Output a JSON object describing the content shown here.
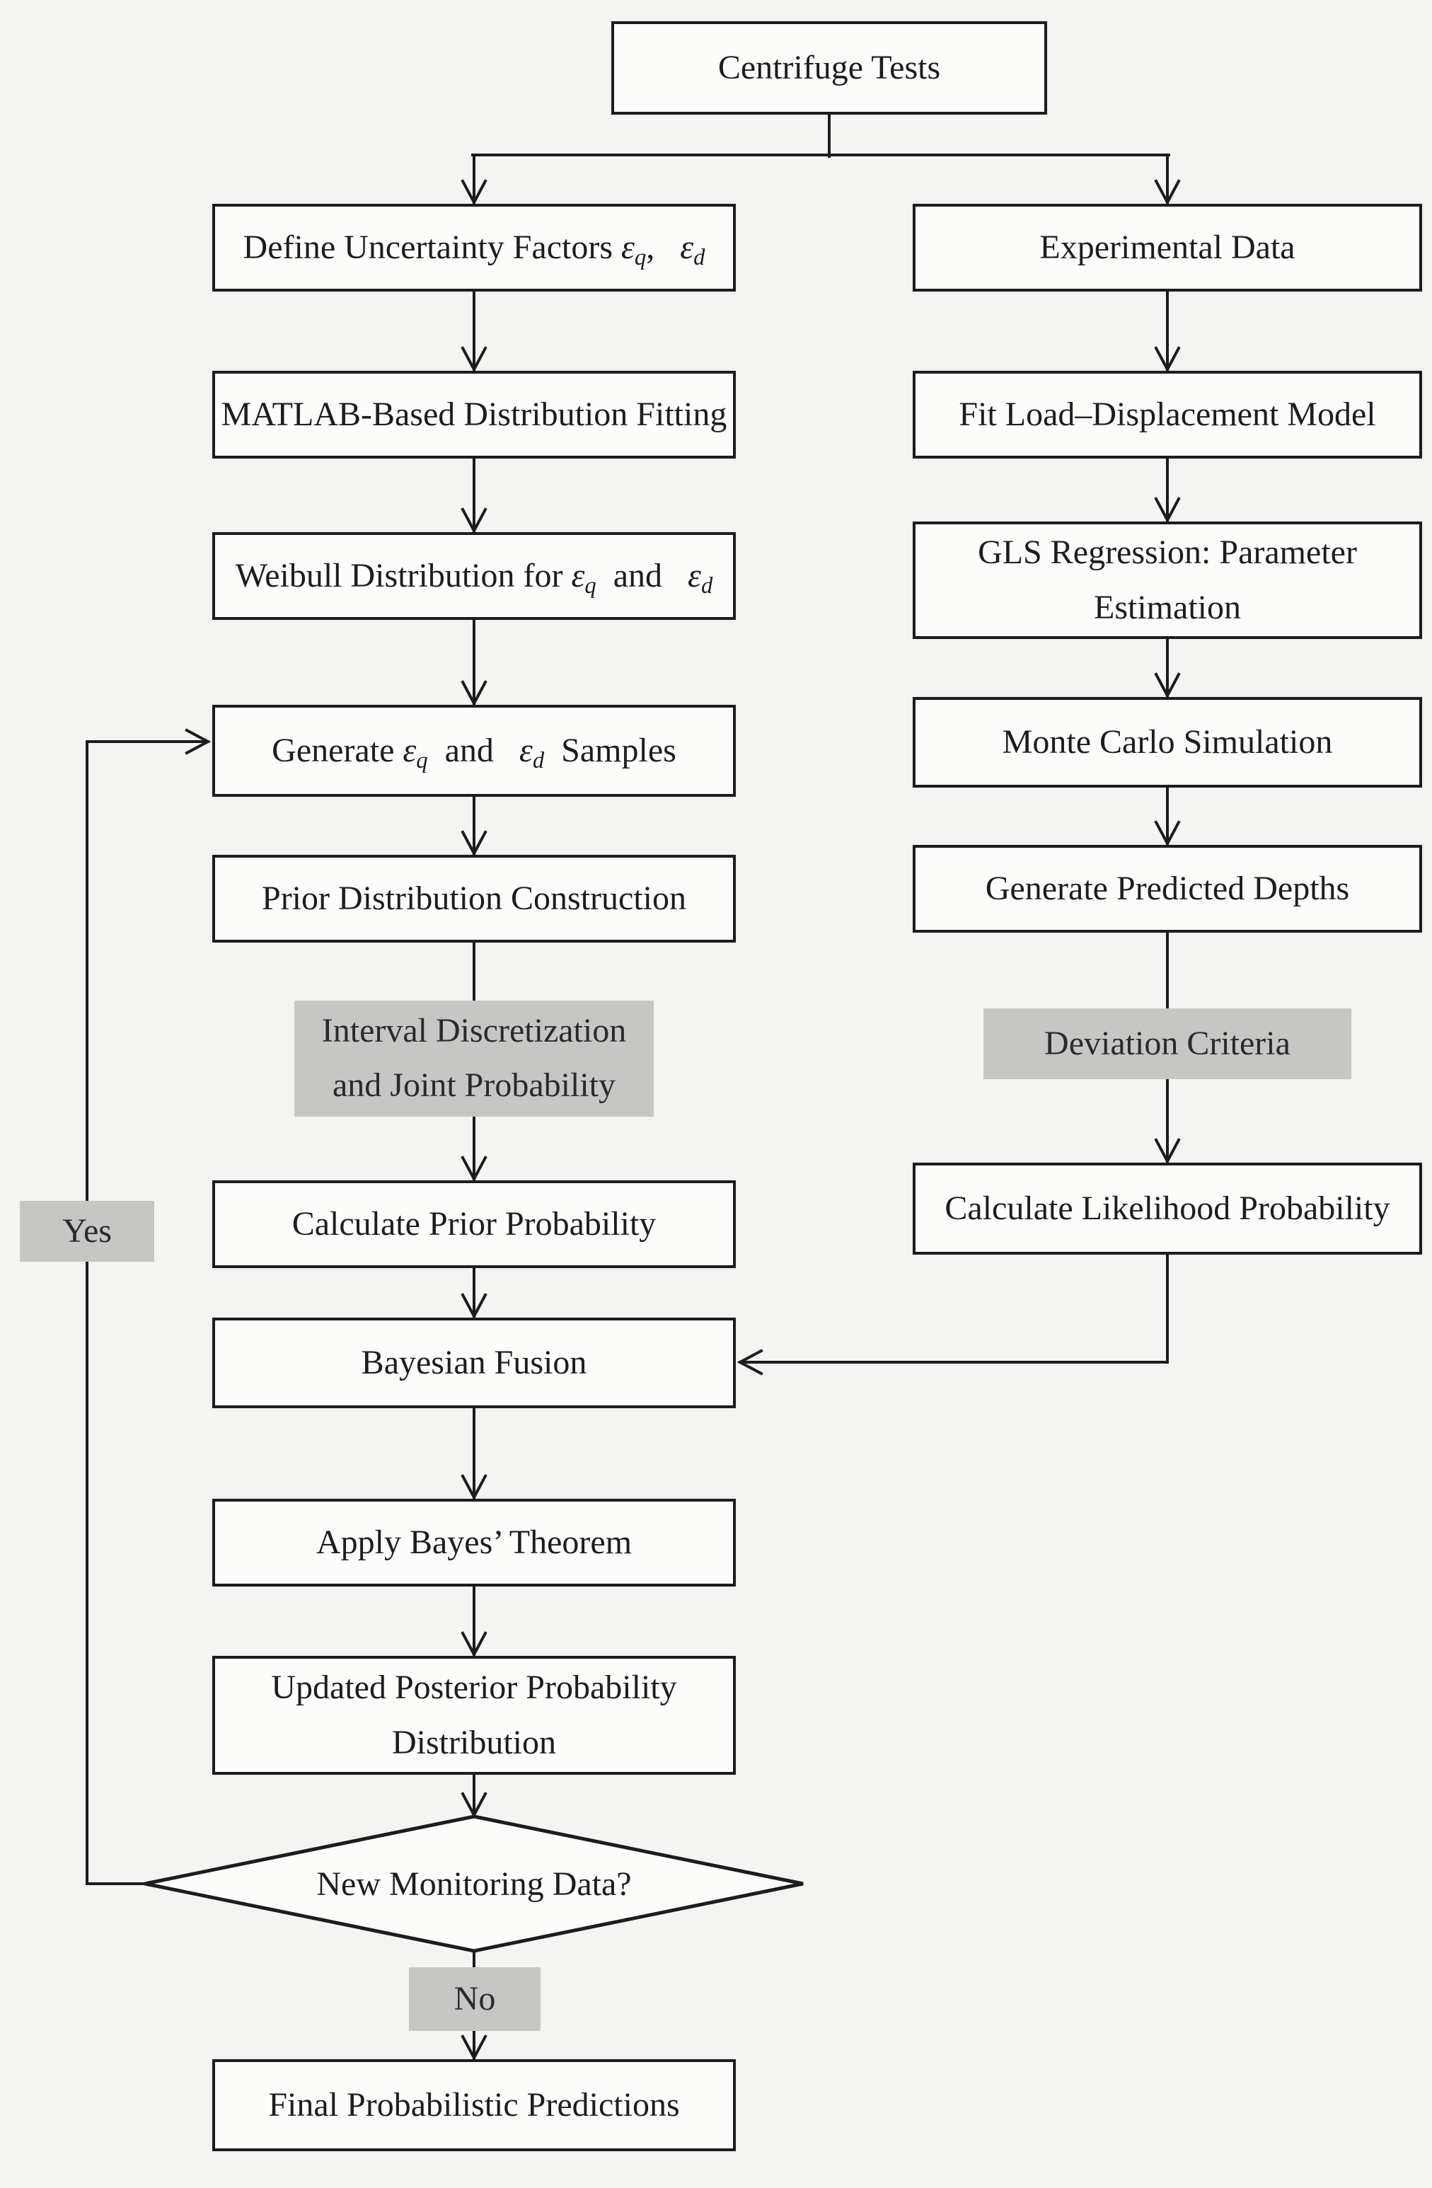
{
  "nodes": {
    "centrifuge": {
      "label": "Centrifuge Tests"
    },
    "define": {
      "pre": "Define Uncertainty Factors ",
      "eps1": "ε",
      "sub1": "q",
      "sep": ",  ",
      "eps2": "ε",
      "sub2": "d"
    },
    "matlab": {
      "label": "MATLAB-Based Distribution Fitting"
    },
    "weibull": {
      "pre": "Weibull Distribution for ",
      "eps1": "ε",
      "sub1": "q",
      "mid": " and  ",
      "eps2": "ε",
      "sub2": "d"
    },
    "generate": {
      "pre": "Generate ",
      "eps1": "ε",
      "sub1": "q",
      "mid": " and  ",
      "eps2": "ε",
      "sub2": "d",
      "post": " Samples"
    },
    "prior_construction": {
      "label": "Prior Distribution Construction"
    },
    "interval_discretization": {
      "line1": "Interval Discretization",
      "line2": "and Joint Probability"
    },
    "calc_prior": {
      "label": "Calculate Prior Probability"
    },
    "bayesian_fusion": {
      "label": "Bayesian Fusion"
    },
    "apply_bayes": {
      "label": "Apply Bayes’ Theorem"
    },
    "posterior": {
      "line1": "Updated Posterior Probability",
      "line2": "Distribution"
    },
    "new_monitoring": {
      "label": "New Monitoring Data?"
    },
    "final": {
      "label": "Final Probabilistic Predictions"
    },
    "experimental": {
      "label": "Experimental Data"
    },
    "fit_model": {
      "label": "Fit Load–Displacement Model"
    },
    "gls": {
      "line1": "GLS Regression: Parameter",
      "line2": "Estimation"
    },
    "monte_carlo": {
      "label": "Monte Carlo Simulation"
    },
    "gen_depths": {
      "label": "Generate Predicted Depths"
    },
    "deviation": {
      "label": "Deviation Criteria"
    },
    "calc_likelihood": {
      "label": "Calculate Likelihood Probability"
    }
  },
  "labels": {
    "yes": "Yes",
    "no": "No"
  },
  "colors": {
    "line": "#1c1c1c",
    "box_fill": "#fcfcfb",
    "gray_fill": "#c6c6c5",
    "background": "#f4f4f2",
    "text": "#1d1d1d"
  }
}
